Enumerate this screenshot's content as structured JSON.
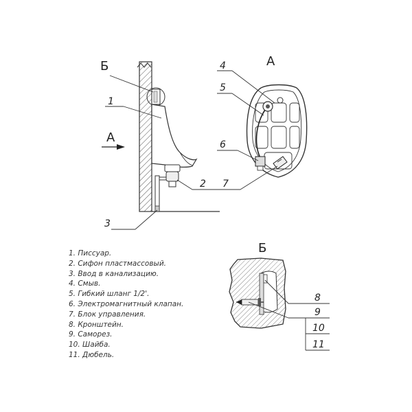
{
  "labels": {
    "view_a_arrow": "А",
    "view_a_title": "А",
    "detail_b_marker": "Б",
    "detail_b_title": "Б"
  },
  "callouts": {
    "c1": "1",
    "c2": "2",
    "c3": "3",
    "c4": "4",
    "c5": "5",
    "c6": "6",
    "c7": "7",
    "c8": "8",
    "c9": "9",
    "c10": "10",
    "c11": "11"
  },
  "legend": [
    "1. Писсуар.",
    "2. Сифон пластмассовый.",
    "3. Ввод в канализацию.",
    "4. Смыв.",
    "5. Гибкий шланг 1/2'.",
    "6. Электромагнитный клапан.",
    "7. Блок управления.",
    "8. Кронштейн.",
    "9. Саморез.",
    "10. Шайба.",
    "11. Дюбель."
  ]
}
